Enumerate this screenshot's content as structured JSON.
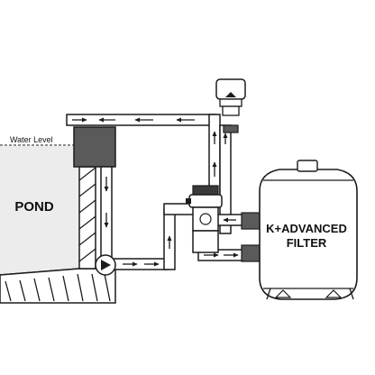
{
  "diagram": {
    "water_level_label": "Water Level",
    "pond_label": "POND",
    "filter_label_line1": "K+ADVANCED",
    "filter_label_line2": "FILTER"
  },
  "colors": {
    "outline": "#1b1b1b",
    "pond_water": "#ececec",
    "skimmer_box": "#5a5a5a",
    "background": "#ffffff"
  }
}
